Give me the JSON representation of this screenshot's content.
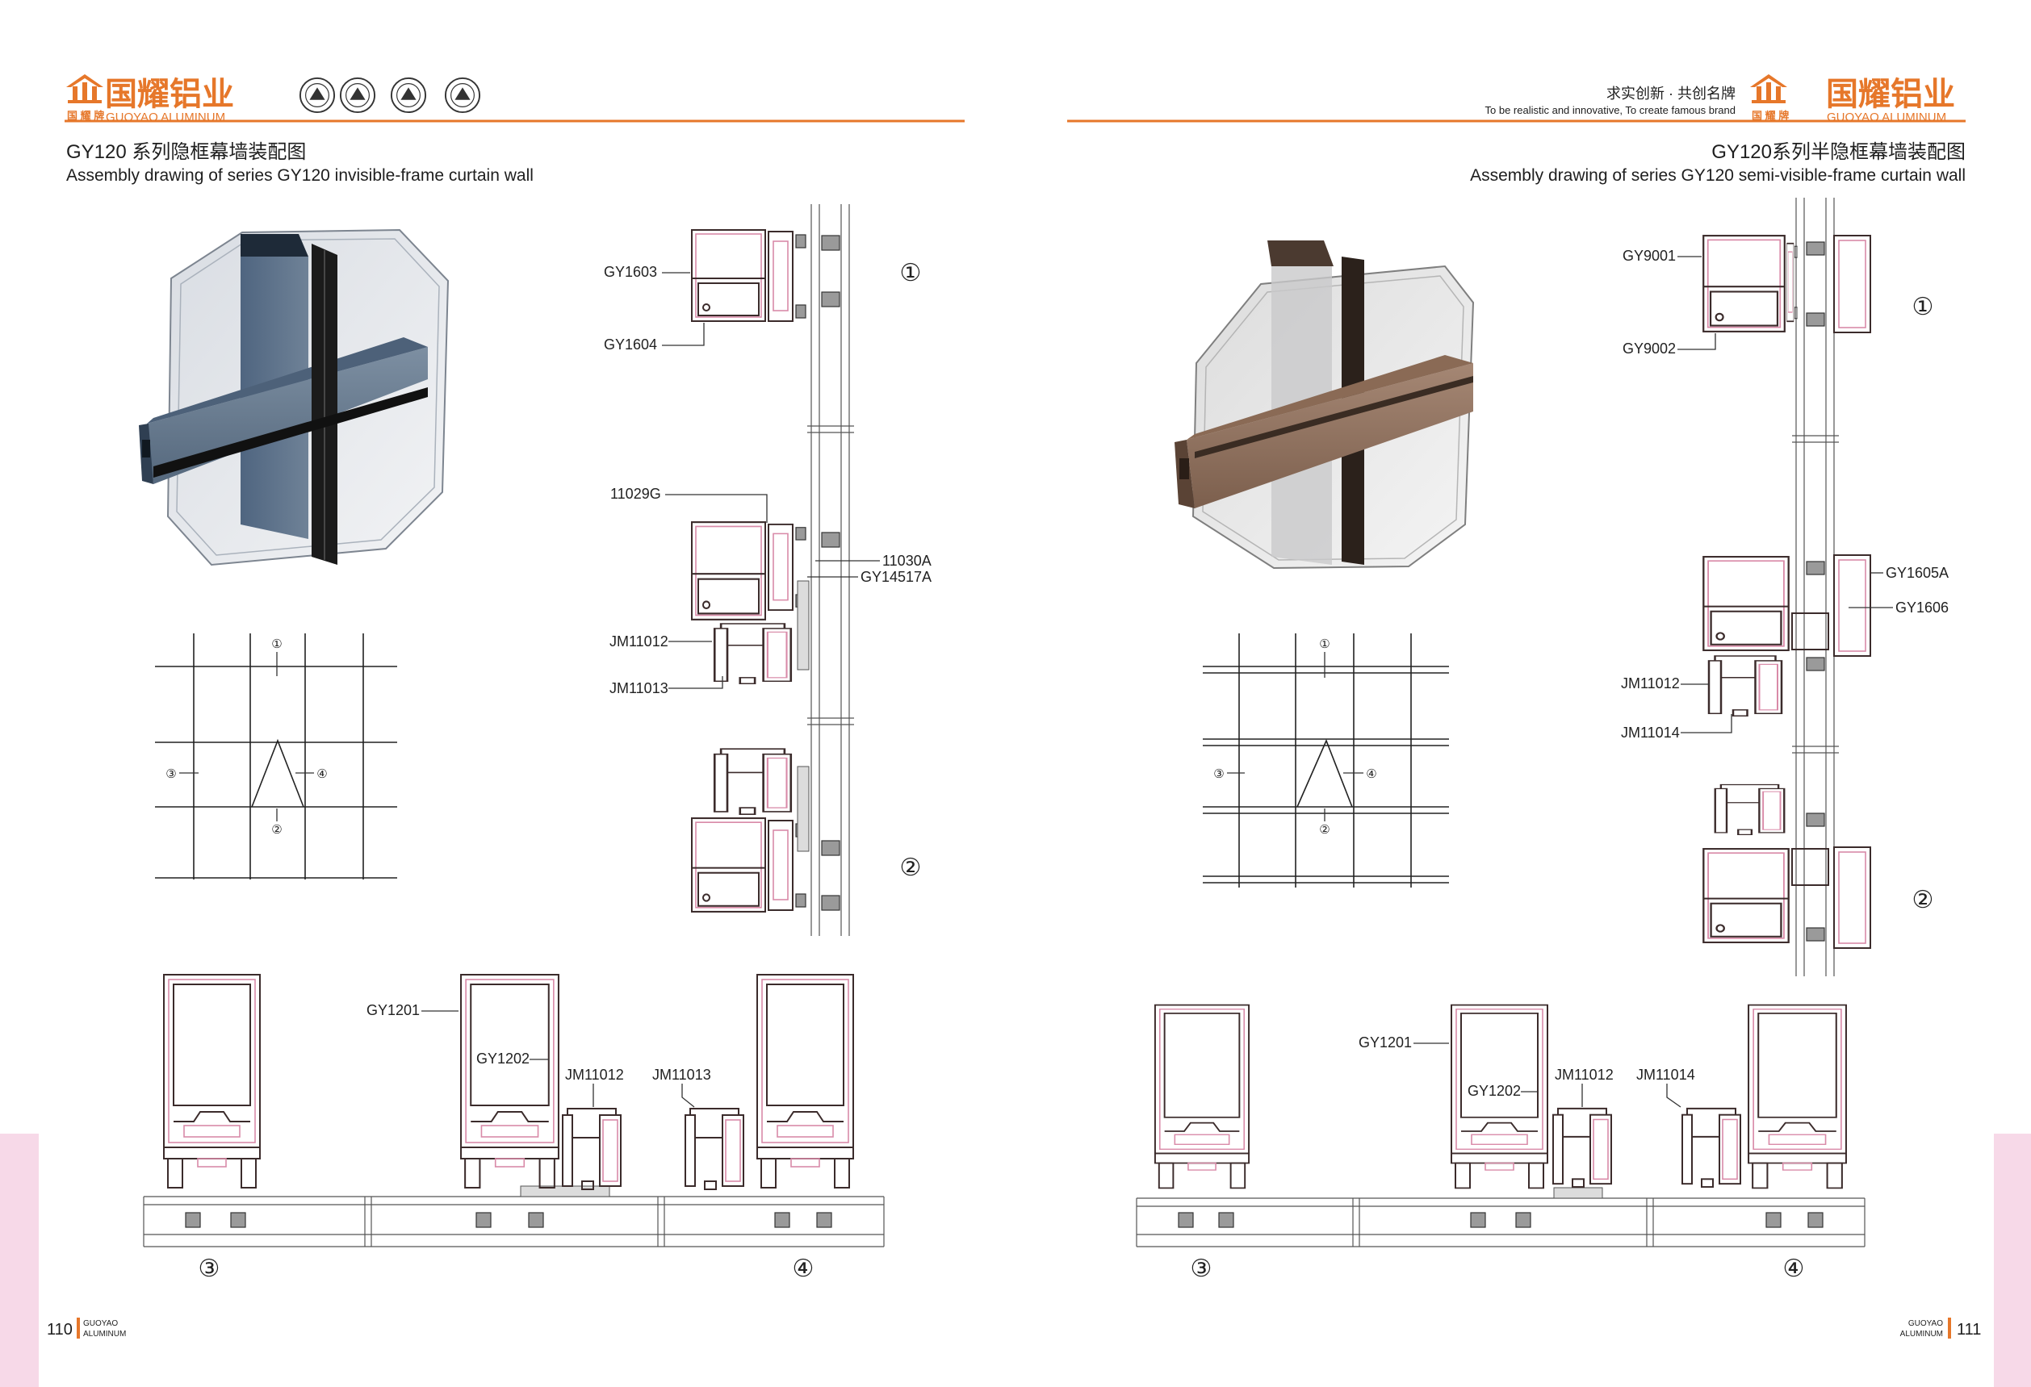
{
  "left_page": {
    "header": {
      "brand_cn": "国耀铝业",
      "brand_en": "GUOYAO ALUMINUM",
      "brand_mark": "国 耀 牌"
    },
    "title_cn": "GY120 系列隐框幕墙装配图",
    "title_en": "Assembly drawing of series GY120 invisible-frame curtain wall",
    "section_labels": {
      "gy1603": "GY1603",
      "gy1604": "GY1604",
      "p11029g": "11029G",
      "p11030a": "11030A",
      "gy14517a": "GY14517A",
      "jm11012": "JM11012",
      "jm11013": "JM11013"
    },
    "plan_labels": {
      "gy1201": "GY1201",
      "gy1202": "GY1202",
      "jm11012": "JM11012",
      "jm11013": "JM11013"
    },
    "footer": {
      "page_number": "110",
      "brand_line1": "GUOYAO",
      "brand_line2": "ALUMINUM"
    }
  },
  "right_page": {
    "header": {
      "slogan_cn": "求实创新 · 共创名牌",
      "slogan_en": "To be realistic and innovative, To create famous brand",
      "brand_cn": "国耀铝业",
      "brand_en": "GUOYAO ALUMINUM",
      "brand_mark": "国 耀 牌"
    },
    "title_cn": "GY120系列半隐框幕墙装配图",
    "title_en": "Assembly drawing of series GY120  semi-visible-frame curtain wall",
    "section_labels": {
      "gy9001": "GY9001",
      "gy9002": "GY9002",
      "gy1605a": "GY1605A",
      "gy1606": "GY1606",
      "jm11012": "JM11012",
      "jm11014": "JM11014"
    },
    "plan_labels": {
      "gy1201": "GY1201",
      "gy1202": "GY1202",
      "jm11012": "JM11012",
      "jm11014": "JM11014"
    },
    "footer": {
      "page_number": "111",
      "brand_line1": "GUOYAO",
      "brand_line2": "ALUMINUM"
    }
  },
  "markers": {
    "m1": "①",
    "m2": "②",
    "m3": "③",
    "m4": "④"
  },
  "colors": {
    "brand_orange": "#e6772a",
    "profile_ink": "#3b2b2b",
    "profile_pink": "#d98aa8",
    "edge_pink": "#f7d9e8",
    "left_frame_blue": "#4d6179",
    "right_frame_bronze": "#8a6a55"
  },
  "icons": {
    "logo": "guoyao-logo-icon",
    "certification": "certification-badge-icon"
  }
}
